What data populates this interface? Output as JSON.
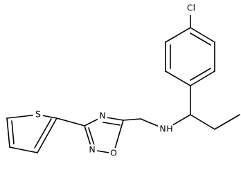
{
  "atoms": {
    "cl": "Cl",
    "s": "S",
    "n_amine": "N",
    "h_amine": "H",
    "n3": "N",
    "n2": "N",
    "o1": "O"
  },
  "colors": {
    "bond": "#000000",
    "label": "#000000",
    "background": "#ffffff"
  }
}
